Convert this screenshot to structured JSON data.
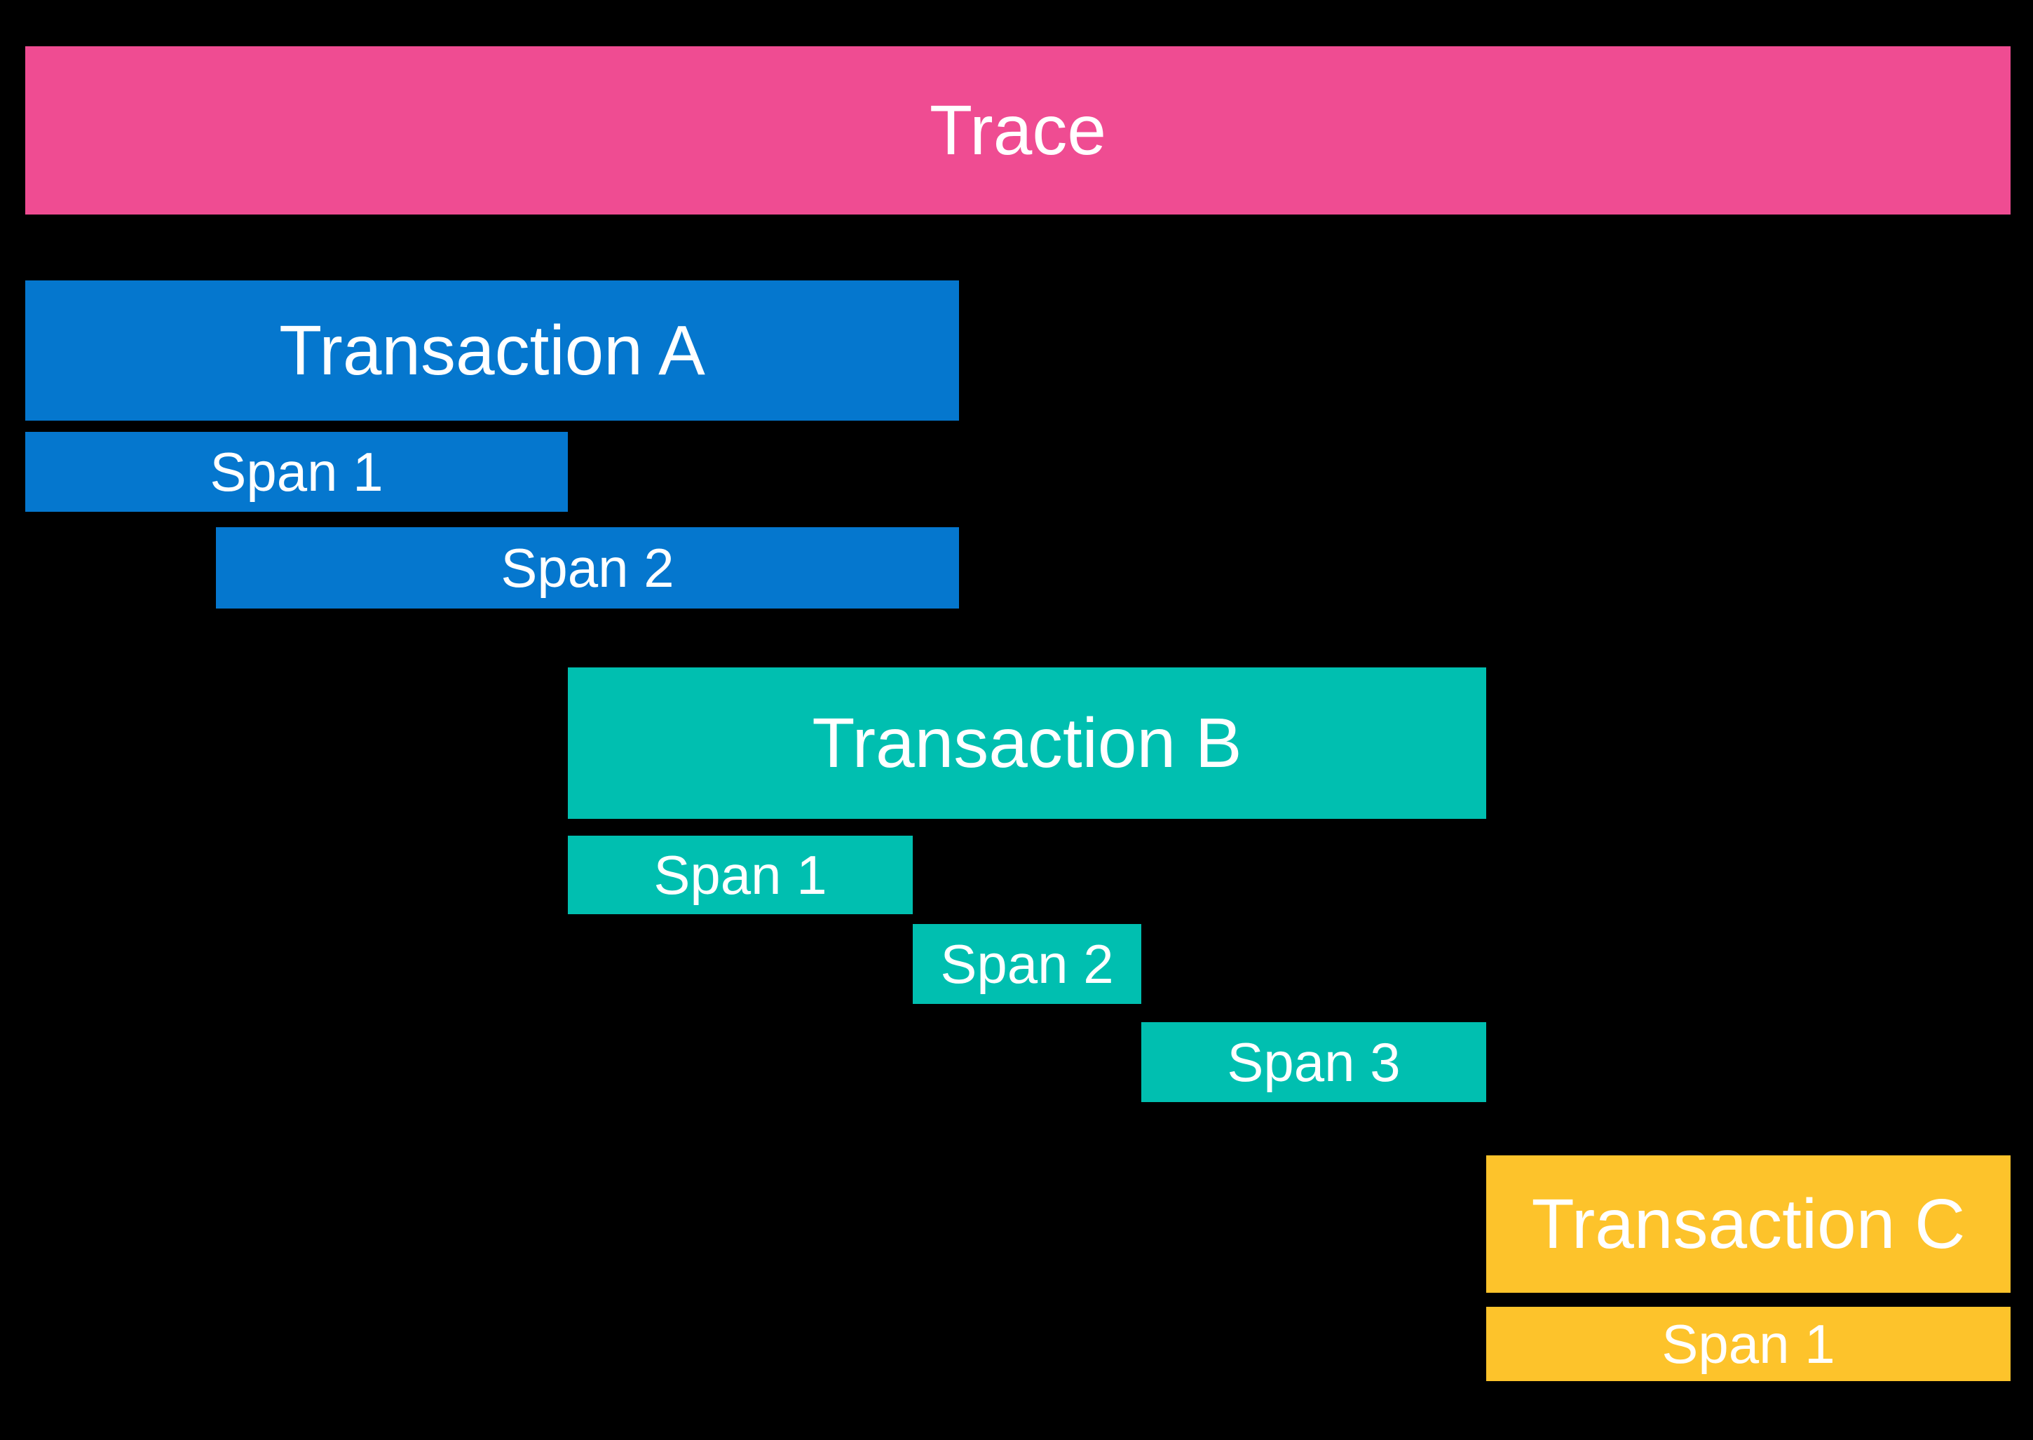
{
  "page": {
    "background_color": "#000000",
    "label_text_color": "#FFFFFF"
  },
  "trace": {
    "label": "Trace",
    "color": "#EF4C92"
  },
  "transactions": [
    {
      "name": "Transaction A",
      "color": "#0577CE",
      "spans": [
        {
          "label": "Span 1"
        },
        {
          "label": "Span 2"
        }
      ]
    },
    {
      "name": "Transaction B",
      "color": "#00BFB0",
      "spans": [
        {
          "label": "Span 1"
        },
        {
          "label": "Span 2"
        },
        {
          "label": "Span 3"
        }
      ]
    },
    {
      "name": "Transaction C",
      "color": "#FDC32B",
      "spans": [
        {
          "label": "Span 1"
        }
      ]
    }
  ]
}
